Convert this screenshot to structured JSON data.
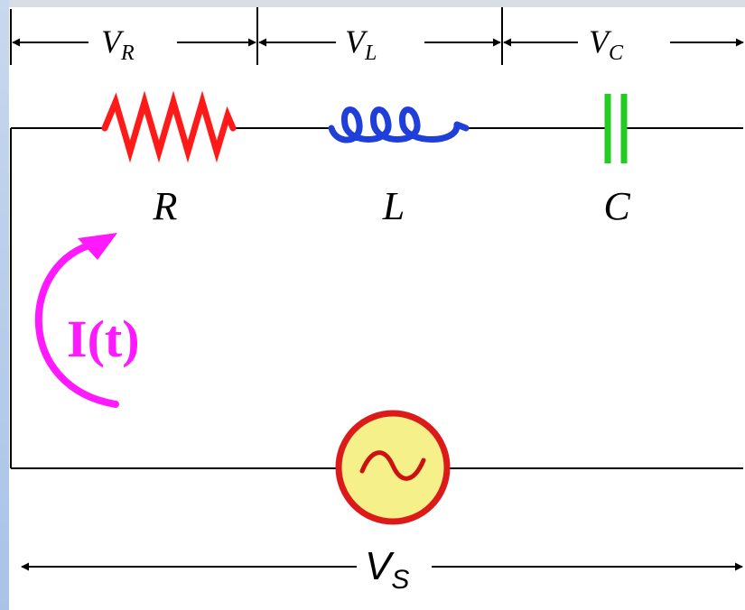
{
  "diagram": {
    "voltage_labels": {
      "resistor": {
        "main": "V",
        "sub": "R"
      },
      "inductor": {
        "main": "V",
        "sub": "L"
      },
      "capacitor": {
        "main": "V",
        "sub": "C"
      },
      "source": {
        "main": "V",
        "sub": "S"
      }
    },
    "component_labels": {
      "resistor": "R",
      "inductor": "L",
      "capacitor": "C"
    },
    "current_label": "I(t)"
  },
  "colors": {
    "background": "#ffffff",
    "left_strip": "#b9cfe9",
    "top_strip": "#d9dee6",
    "wire": "#000000",
    "resistor": "#ff1a1a",
    "inductor": "#1e3fd8",
    "capacitor": "#22cc22",
    "current_arrow": "#ff19ff",
    "source_fill": "#f5f08a",
    "source_ring": "#dd1a1a"
  }
}
